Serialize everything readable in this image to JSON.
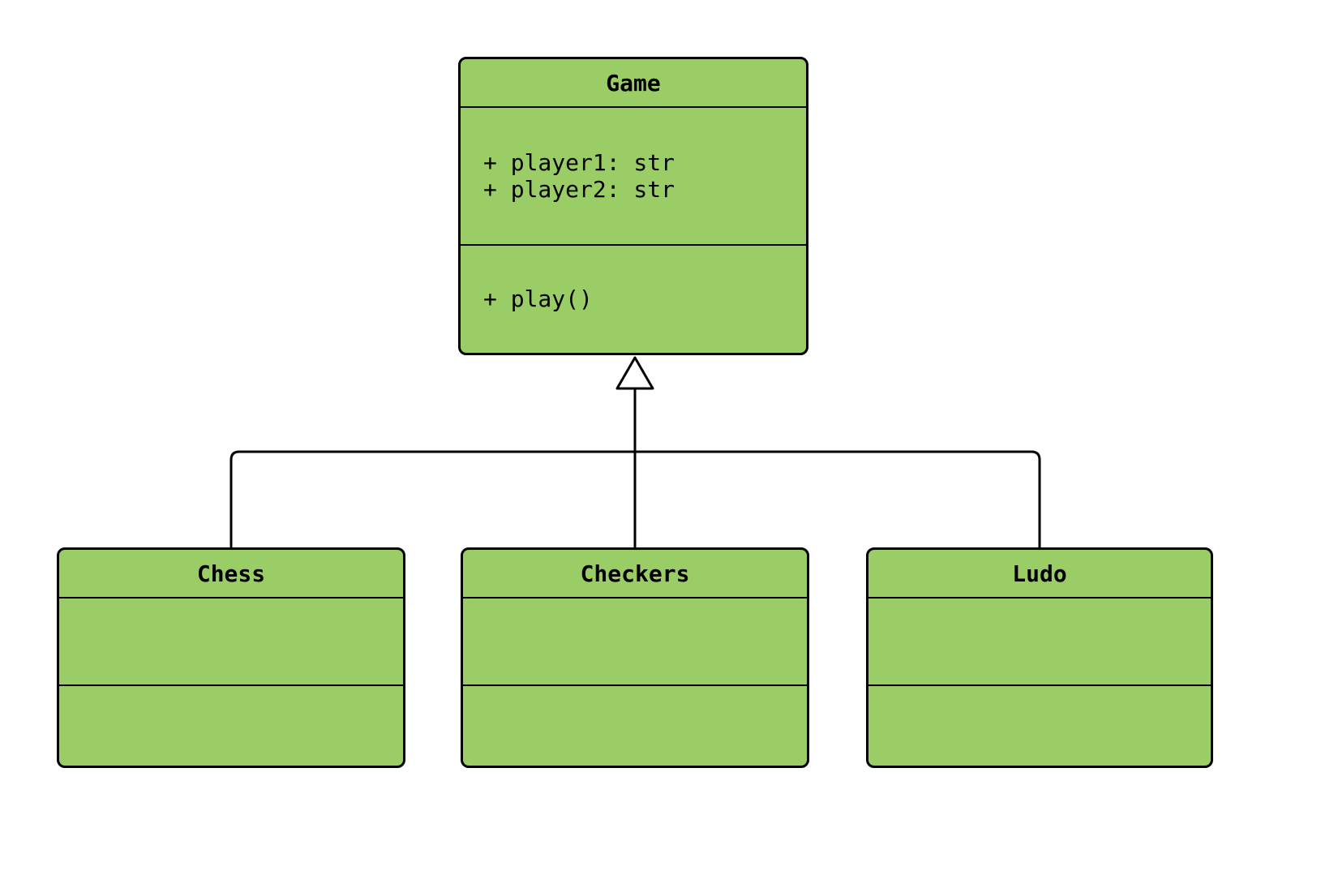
{
  "diagram": {
    "type": "uml-class-diagram",
    "classes": {
      "game": {
        "name": "Game",
        "attributes": [
          "+ player1: str",
          "+ player2: str"
        ],
        "methods": [
          "+ play()"
        ]
      },
      "chess": {
        "name": "Chess",
        "attributes": [],
        "methods": []
      },
      "checkers": {
        "name": "Checkers",
        "attributes": [],
        "methods": []
      },
      "ludo": {
        "name": "Ludo",
        "attributes": [],
        "methods": []
      }
    },
    "relations": [
      {
        "from": "Chess",
        "to": "Game",
        "type": "generalization"
      },
      {
        "from": "Checkers",
        "to": "Game",
        "type": "generalization"
      },
      {
        "from": "Ludo",
        "to": "Game",
        "type": "generalization"
      }
    ],
    "colors": {
      "class_fill": "#9ACD66",
      "class_border": "#000000",
      "connector": "#000000",
      "arrowhead_fill": "#FFFFFF",
      "background": "#FFFFFF"
    }
  }
}
